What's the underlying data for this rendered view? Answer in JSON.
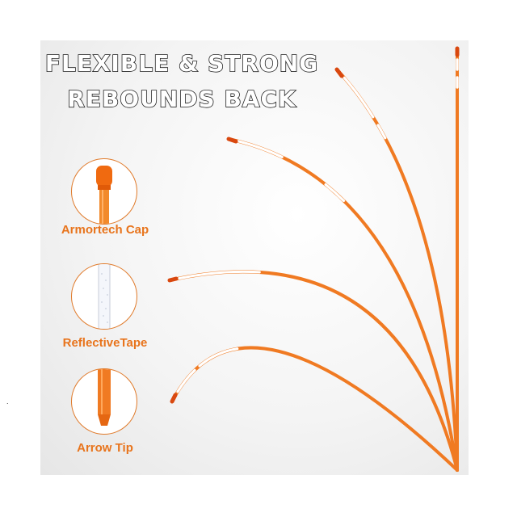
{
  "headline": {
    "line1": "FLEXIBLE & STRONG",
    "line2": "REBOUNDS BACK"
  },
  "features": [
    {
      "label": "Armortech Cap",
      "icon": "orange-cap-icon"
    },
    {
      "label": "ReflectiveTape",
      "icon": "reflective-tape-icon"
    },
    {
      "label": "Arrow Tip",
      "icon": "arrow-tip-icon"
    }
  ],
  "colors": {
    "rod_orange": "#f07a22",
    "tape_white": "#ffffff",
    "label_orange": "#e8741c",
    "outline_dark": "#222222"
  },
  "stray_mark": "."
}
